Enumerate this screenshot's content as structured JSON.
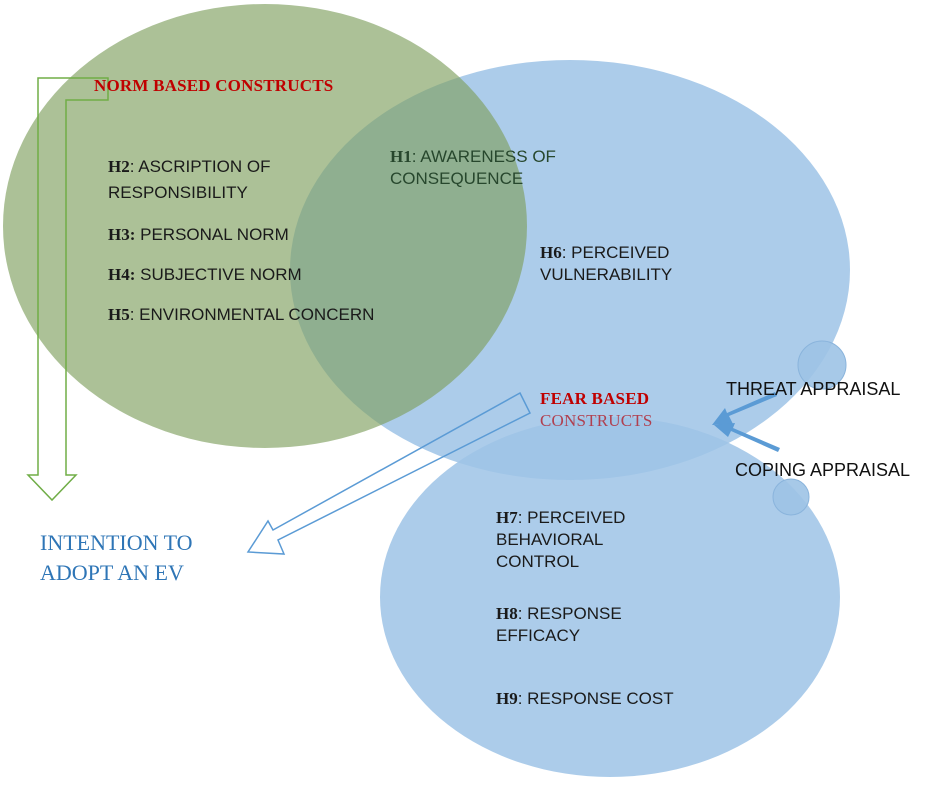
{
  "colors": {
    "green_circle": "#8fad74",
    "blue_circle": "#9dc3e6",
    "heading_red": "#c00000",
    "intention_blue": "#2e75b6",
    "arrow_blue": "#5b9bd5",
    "green_outline": "#70ad47"
  },
  "norm_heading": "NORM BASED CONSTRUCTS",
  "fear_heading": {
    "line1": "FEAR BASED",
    "line2": "CONSTRUCTS"
  },
  "hypotheses": {
    "h1": {
      "code": "H1",
      "line1": ": AWARENESS OF",
      "line2": "CONSEQUENCE"
    },
    "h2": {
      "code": "H2",
      "line1": ": ASCRIPTION OF",
      "line2": "RESPONSIBILITY"
    },
    "h3": {
      "code": "H3:",
      "line1": " PERSONAL NORM"
    },
    "h4": {
      "code": "H4:",
      "line1": " SUBJECTIVE NORM"
    },
    "h5": {
      "code": "H5",
      "line1": ": ENVIRONMENTAL CONCERN"
    },
    "h6": {
      "code": "H6",
      "line1": ": PERCEIVED",
      "line2": "VULNERABILITY"
    },
    "h7": {
      "code": "H7",
      "line1": ": PERCEIVED",
      "line2": "BEHAVIORAL",
      "line3": "CONTROL"
    },
    "h8": {
      "code": "H8",
      "line1": ": RESPONSE",
      "line2": "EFFICACY"
    },
    "h9": {
      "code": "H9",
      "line1": ": RESPONSE COST"
    }
  },
  "threat_appraisal": "THREAT APPRAISAL",
  "coping_appraisal": "COPING APPRAISAL",
  "intention": {
    "line1": "INTENTION TO",
    "line2": "ADOPT AN EV"
  }
}
